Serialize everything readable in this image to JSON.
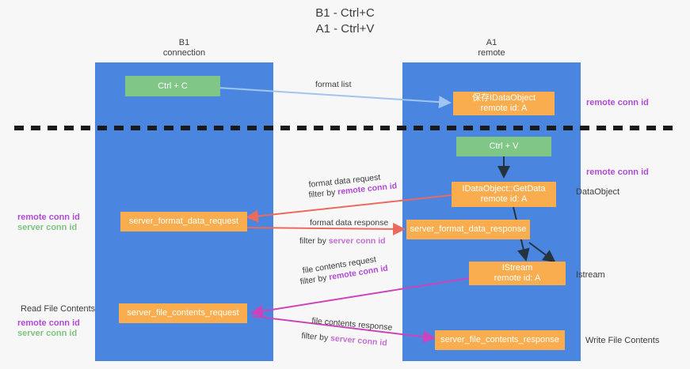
{
  "title": {
    "line1": "B1 - Ctrl+C",
    "line2": "A1 - Ctrl+V"
  },
  "lanes": [
    {
      "name": "b1",
      "title_line1": "B1",
      "title_line2": "connection",
      "color": "#4a86e0"
    },
    {
      "name": "a1",
      "title_line1": "A1",
      "title_line2": "remote",
      "color": "#4a86e0"
    }
  ],
  "nodes": {
    "ctrl_c": {
      "label": "Ctrl + C",
      "color": "#80c787"
    },
    "save_dataobject": {
      "line1": "保存IDataObject",
      "line2": "remote id: A",
      "color": "#f9ad4e"
    },
    "ctrl_v": {
      "label": "Ctrl + V",
      "color": "#80c787"
    },
    "getdata": {
      "line1": "IDataObject::GetData",
      "line2": "remote id: A",
      "color": "#f9ad4e"
    },
    "server_format_data_request": {
      "label": "server_format_data_request",
      "color": "#f9ad4e"
    },
    "server_format_data_response": {
      "label": "server_format_data_response",
      "color": "#f9ad4e"
    },
    "istream": {
      "line1": "IStream",
      "line2": "remote id: A",
      "color": "#f9ad4e"
    },
    "server_file_contents_request": {
      "label": "server_file_contents_request",
      "color": "#f9ad4e"
    },
    "server_file_contents_response": {
      "label": "server_file_contents_response",
      "color": "#f9ad4e"
    }
  },
  "edges": {
    "format_list": {
      "label": "format list",
      "color": "#9fc5f0"
    },
    "format_data_request": {
      "label": "format data request",
      "filter_prefix": "filter by ",
      "filter_key": "remote conn id",
      "color": "#ea6a5e"
    },
    "format_data_response": {
      "label": "format data response",
      "filter_prefix": "filter by ",
      "filter_key": "server conn id",
      "color": "#ea6a5e"
    },
    "file_contents_request": {
      "label": "file contents request",
      "filter_prefix": "filter by ",
      "filter_key": "remote conn id",
      "color": "#cc44bb"
    },
    "file_contents_response": {
      "label": "file contents response",
      "filter_prefix": "filter by ",
      "filter_key": "server conn id",
      "color": "#cc44bb"
    }
  },
  "annotations": {
    "remote_conn_id_top": "remote conn id",
    "remote_conn_id_mid": "remote conn id",
    "dataobject": "DataObject",
    "istream": "Istream",
    "write_file_contents": "Write File Contents",
    "read_file_contents": "Read File Contents",
    "left_remote_conn_id_mid": "remote conn id",
    "left_server_conn_id_mid": "server conn id",
    "left_remote_conn_id_bottom": "remote conn id",
    "left_server_conn_id_bottom": "server conn id"
  },
  "colors": {
    "lane": "#4a86e0",
    "green": "#80c787",
    "orange": "#f9ad4e",
    "remote_key": "#b04ad6",
    "server_key": "#7dc47f",
    "divider": "#1a1a1a",
    "background": "#f7f7f7"
  }
}
